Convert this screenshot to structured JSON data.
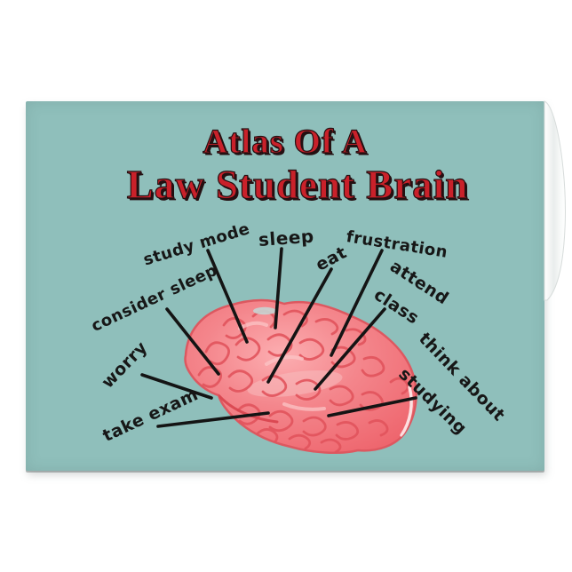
{
  "card": {
    "title": {
      "line1": "Atlas Of A",
      "line2": "Law Student Brain",
      "color": "#c9212a"
    },
    "background_color": "#8fbfbb"
  },
  "labels": {
    "ink_color": "#171717",
    "consider_sleep": "consider sleep",
    "study_mode": "study mode",
    "sleep": "sleep",
    "eat": "eat",
    "frustration": "frustration",
    "attend_class_line1": "attend",
    "attend_class_line2": "class",
    "worry": "worry",
    "take_exam": "take exam",
    "think_about_studying_line1": "think about",
    "think_about_studying_line2": "studying"
  },
  "illustration": {
    "subject": "law student brain",
    "brain_color": "#f4868c",
    "fold_color": "#e2545c",
    "line_color": "#141414"
  }
}
